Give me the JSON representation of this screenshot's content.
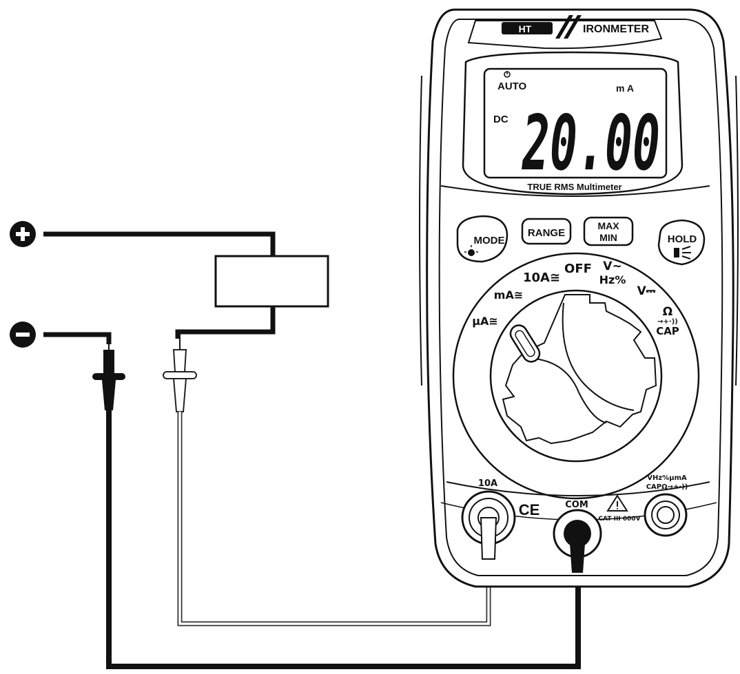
{
  "brand": {
    "logo": "HT",
    "model": "IRONMETER"
  },
  "display": {
    "auto": "AUTO",
    "unit": "m A",
    "mode": "DC",
    "reading": "20.00",
    "subtitle": "TRUE RMS Multimeter"
  },
  "buttons": {
    "mode": "MODE",
    "range": "RANGE",
    "max": "MAX",
    "min": "MIN",
    "hold": "HOLD"
  },
  "dial": {
    "off": "OFF",
    "ten_a": "10A≅",
    "ma": "mA≅",
    "ua": "µA≅",
    "v_ac": "V∼",
    "hz_pct": "Hz%",
    "v_dc": "V⎓",
    "ohm": "Ω",
    "diode_buzzer": "→+·))",
    "cap": "CAP"
  },
  "terminals": {
    "ten_a": "10A",
    "com": "COM",
    "right_line1": "VHz%µmA",
    "right_line2": "CAPΩ→+·))",
    "cat": "CAT III 600V",
    "ce": "CE"
  },
  "circuit": {
    "plus": "+",
    "minus": "−"
  }
}
